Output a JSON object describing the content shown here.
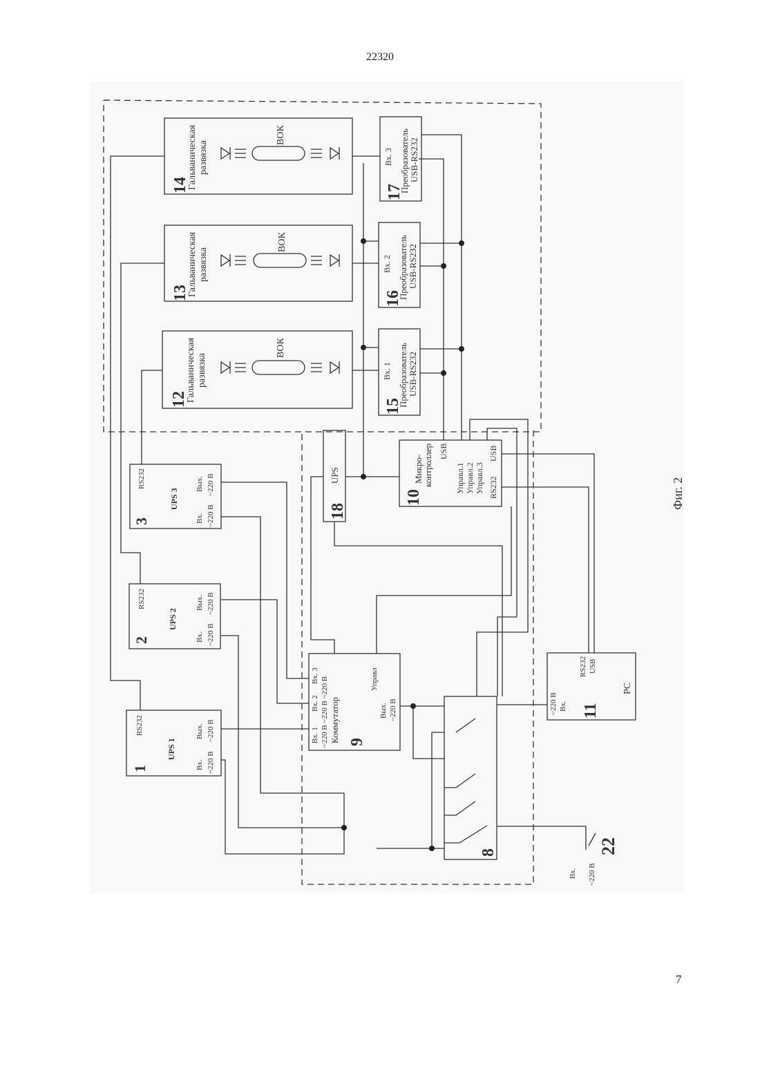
{
  "header": {
    "doc_number": "22320"
  },
  "page_number": "7",
  "figure_caption": "Фиг. 2",
  "colors": {
    "ink": "#333333",
    "paper": "#ffffff",
    "scan_bg": "#f8f8f8"
  },
  "blocks": {
    "b1": {
      "num": "1",
      "title": "UPS 1",
      "port": "RS232",
      "in": "Вх.",
      "in_v": "~220 В",
      "out": "Вых.",
      "out_v": "~220 В"
    },
    "b2": {
      "num": "2",
      "title": "UPS 2",
      "port": "RS232",
      "in": "Вх.",
      "in_v": "~220 В",
      "out": "Вых.",
      "out_v": "~220 В"
    },
    "b3": {
      "num": "3",
      "title": "UPS 3",
      "port": "RS232",
      "in": "Вх.",
      "in_v": "~220 В",
      "out": "Вых.",
      "out_v": "~220 В"
    },
    "b8": {
      "num": "8"
    },
    "b9": {
      "num": "9",
      "title": "Коммутатор",
      "in1": "Вх. 1",
      "in2": "Вх. 2",
      "in3": "Вх. 3",
      "in_v": "~220 В ~220 В ~220 В",
      "ctrl": "Управл",
      "out": "Вых.",
      "out_v": "~220 В"
    },
    "b10": {
      "num": "10",
      "title_1": "Микро-",
      "title_2": "контроллер",
      "usb_top": "USB",
      "ctrl1": "Управл.1",
      "ctrl2": "Управл.2",
      "ctrl3": "Управл.3",
      "rs232": "RS232",
      "usb_bottom": "USB"
    },
    "b11": {
      "num": "11",
      "title": "PC",
      "rs232": "RS232",
      "usb": "USB",
      "in_v": "~220 В",
      "in": "Вх."
    },
    "b12": {
      "num": "12",
      "title_1": "Гальваническая",
      "title_2": "развязка",
      "fiber": "ВОК"
    },
    "b13": {
      "num": "13",
      "title_1": "Гальваническая",
      "title_2": "развязка",
      "fiber": "ВОК"
    },
    "b14": {
      "num": "14",
      "title_1": "Гальваническая",
      "title_2": "развязка",
      "fiber": "ВОК"
    },
    "b15": {
      "num": "15",
      "title_1": "Преобразователь",
      "title_2": "USB-RS232",
      "input": "Вх. 1"
    },
    "b16": {
      "num": "16",
      "title_1": "Преобразователь",
      "title_2": "USB-RS232",
      "input": "Вх. 2"
    },
    "b17": {
      "num": "17",
      "title_1": "Преобразователь",
      "title_2": "USB-RS232",
      "input": "Вх. 3"
    },
    "b18": {
      "num": "18",
      "title": "UPS"
    },
    "b22": {
      "num": "22",
      "in": "Вх.",
      "in_v": "~220 В"
    }
  }
}
